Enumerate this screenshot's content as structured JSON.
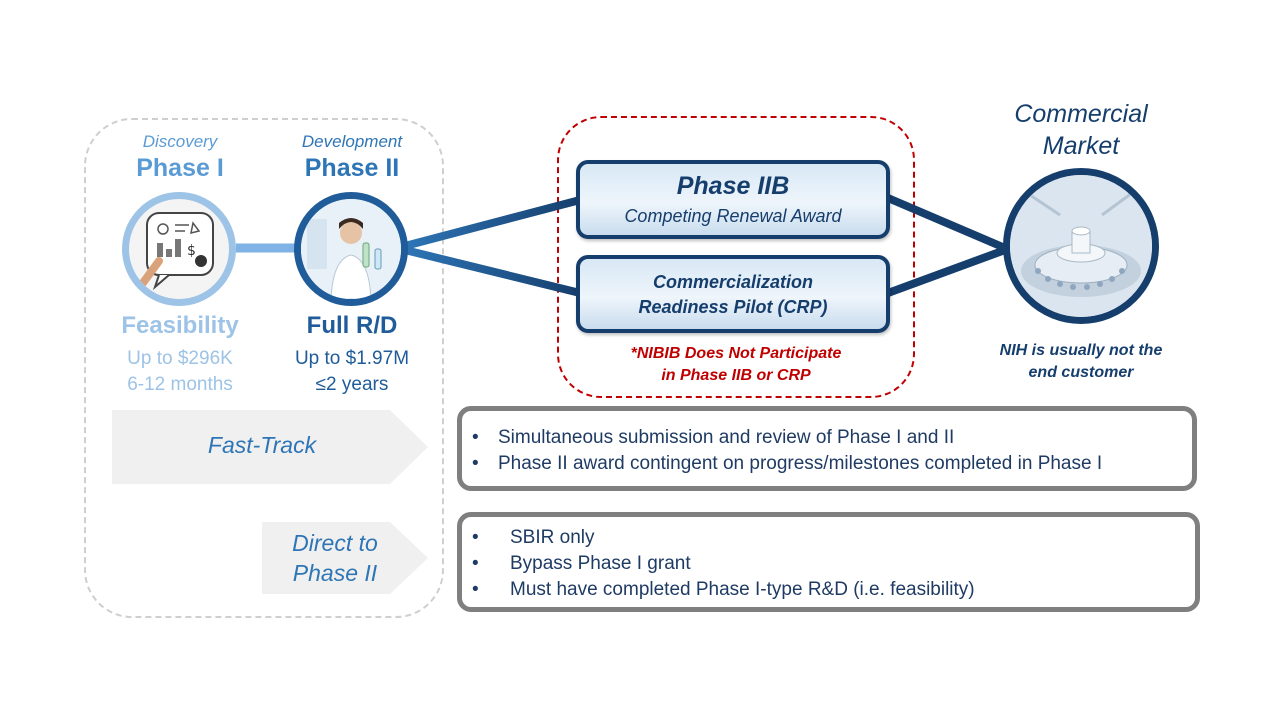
{
  "phase1": {
    "label": "Discovery",
    "title": "Phase I",
    "result": "Feasibility",
    "funding": "Up to $296K",
    "duration": "6-12 months"
  },
  "phase2": {
    "label": "Development",
    "title": "Phase II",
    "result": "Full R/D",
    "funding": "Up to $1.97M",
    "duration": "≤2 years"
  },
  "phase2b": {
    "title": "Phase IIB",
    "subtitle": "Competing Renewal Award"
  },
  "crp": {
    "line1": "Commercialization",
    "line2": "Readiness Pilot (CRP)"
  },
  "nibib_note": {
    "line1": "*NIBIB  Does Not Participate",
    "line2": "in Phase IIB or CRP"
  },
  "market": {
    "line1": "Commercial",
    "line2": "Market",
    "note_line1": "NIH is usually not the",
    "note_line2": "end customer"
  },
  "fast_track": {
    "label": "Fast-Track",
    "bullets": [
      "Simultaneous  submission  and  review  of  Phase  I  and  II",
      "Phase  II  award  contingent  on  progress/milestones  completed  in  Phase  I"
    ]
  },
  "direct": {
    "label_line1": "Direct to",
    "label_line2": "Phase II",
    "bullets": [
      "SBIR only",
      "Bypass  Phase  I  grant",
      "Must have completed  Phase  I-type  R&D  (i.e.  feasibility)"
    ]
  },
  "bullet_char": "•",
  "colors": {
    "phase1": "#5b9bd5",
    "phase1_light": "#9dc3e6",
    "phase2": "#2e75b6",
    "navy": "#1f3b64",
    "dark_navy": "#163e6d",
    "red": "#c00000",
    "gray_border": "#7f7f7f"
  }
}
